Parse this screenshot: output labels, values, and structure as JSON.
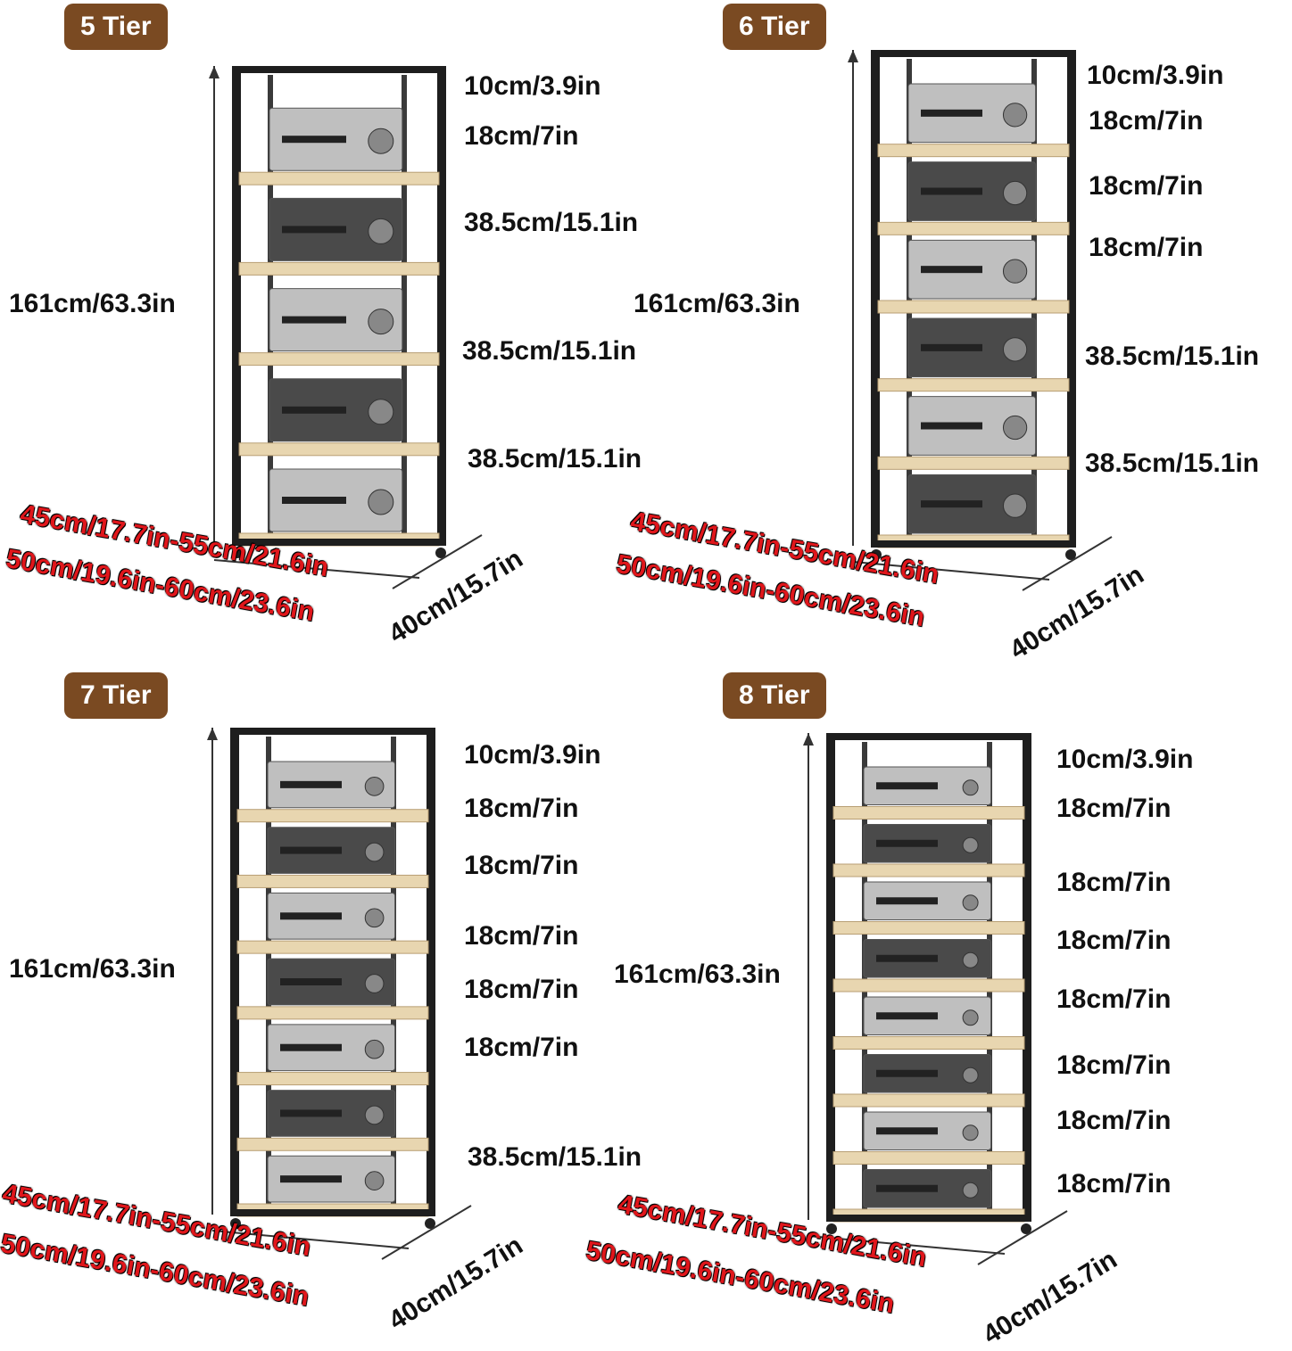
{
  "panels": [
    {
      "tier_label": "5 Tier",
      "height": "161cm/63.3in",
      "gaps": [
        "10cm/3.9in",
        "18cm/7in",
        "38.5cm/15.1in",
        "38.5cm/15.1in",
        "38.5cm/15.1in"
      ],
      "width_range_1": "45cm/17.7in-55cm/21.6in",
      "width_range_2": "50cm/19.6in-60cm/23.6in",
      "depth": "40cm/15.7in"
    },
    {
      "tier_label": "6 Tier",
      "height": "161cm/63.3in",
      "gaps": [
        "10cm/3.9in",
        "18cm/7in",
        "18cm/7in",
        "18cm/7in",
        "38.5cm/15.1in",
        "38.5cm/15.1in"
      ],
      "width_range_1": "45cm/17.7in-55cm/21.6in",
      "width_range_2": "50cm/19.6in-60cm/23.6in",
      "depth": "40cm/15.7in"
    },
    {
      "tier_label": "7 Tier",
      "height": "161cm/63.3in",
      "gaps": [
        "10cm/3.9in",
        "18cm/7in",
        "18cm/7in",
        "18cm/7in",
        "18cm/7in",
        "18cm/7in",
        "38.5cm/15.1in"
      ],
      "width_range_1": "45cm/17.7in-55cm/21.6in",
      "width_range_2": "50cm/19.6in-60cm/23.6in",
      "depth": "40cm/15.7in"
    },
    {
      "tier_label": "8 Tier",
      "height": "161cm/63.3in",
      "gaps": [
        "10cm/3.9in",
        "18cm/7in",
        "18cm/7in",
        "18cm/7in",
        "18cm/7in",
        "18cm/7in",
        "18cm/7in",
        "18cm/7in"
      ],
      "width_range_1": "45cm/17.7in-55cm/21.6in",
      "width_range_2": "50cm/19.6in-60cm/23.6in",
      "depth": "40cm/15.7in"
    }
  ]
}
